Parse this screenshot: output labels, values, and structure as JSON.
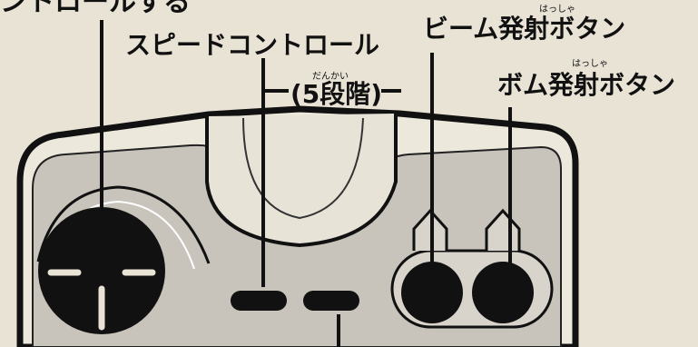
{
  "labels": {
    "dpad_control": "ントロールする",
    "speed_control": "スピードコントロール",
    "speed_levels": "(5段階)",
    "speed_levels_ruby": "だんかい",
    "beam_button": "ビーム発射ボタン",
    "beam_ruby": "はっしゃ",
    "bomb_button": "ボム発射ボタン",
    "bomb_ruby": "はっしゃ"
  },
  "colors": {
    "background": "#e9e3d6",
    "body_fill": "#ede8dc",
    "panel_fill": "#c8c4bc",
    "ink": "#111111"
  }
}
